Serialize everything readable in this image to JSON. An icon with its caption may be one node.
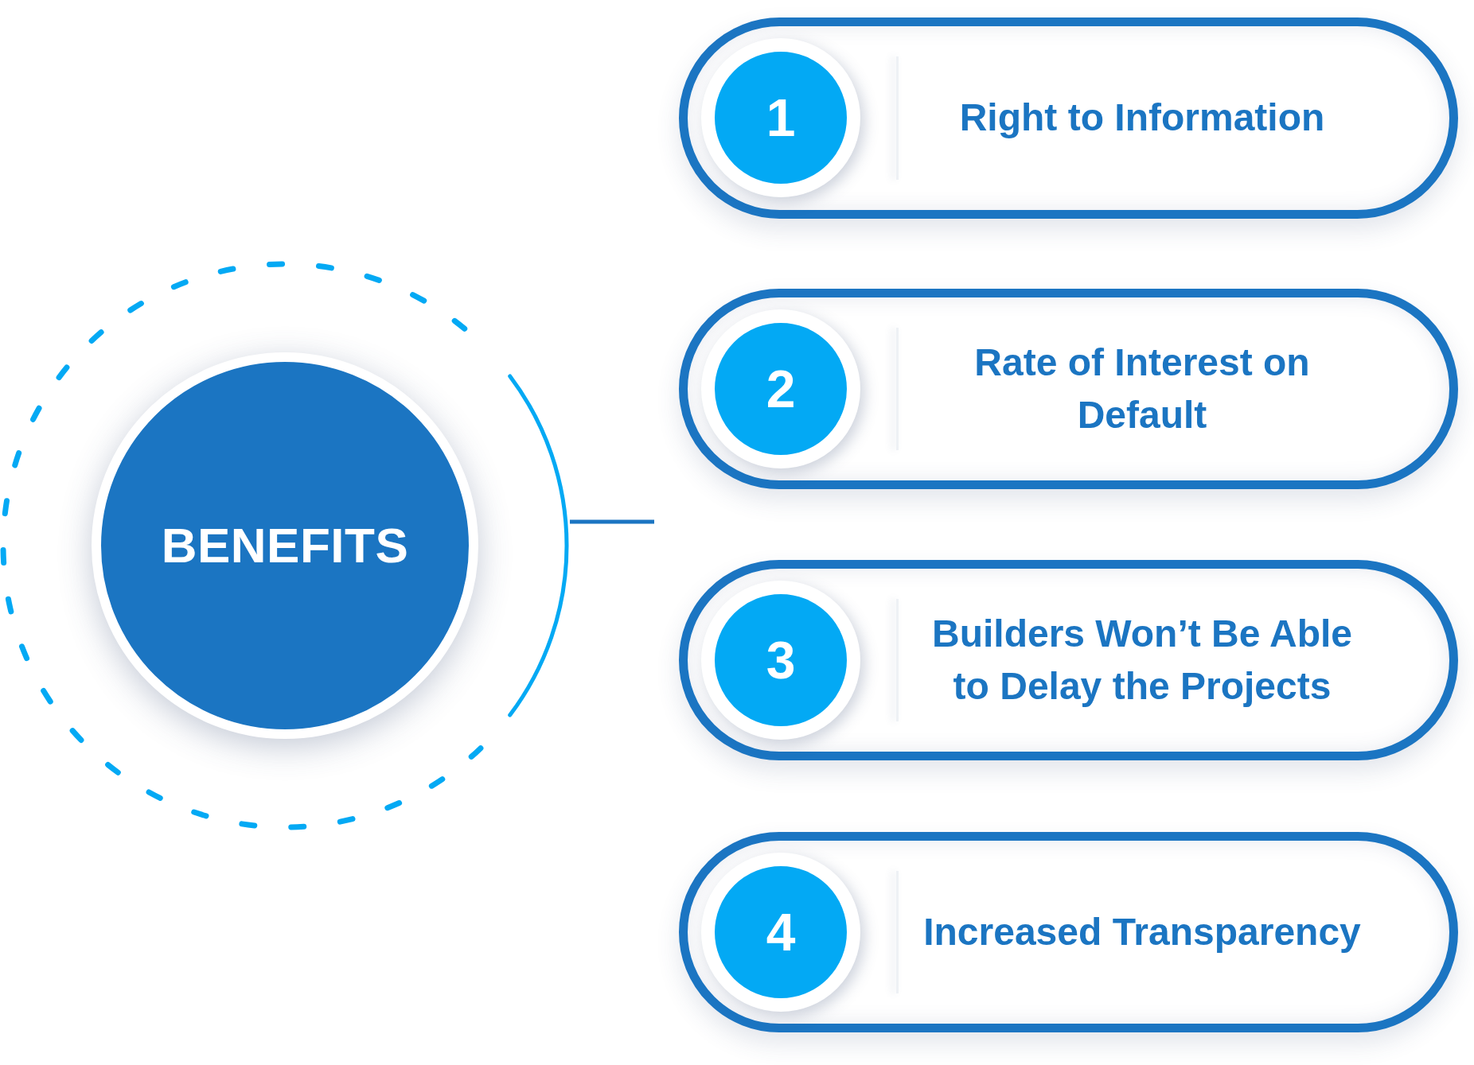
{
  "diagram": {
    "nodes": [
      {
        "text": [
          "BENEFITS"
        ]
      },
      {
        "text": [
          "Right to Information"
        ]
      },
      {
        "text": [
          "1"
        ],
        "in": 1
      },
      {
        "text": [
          "Rate of Interest on Default"
        ]
      },
      {
        "text": [
          "2"
        ],
        "in": 3
      },
      {
        "text": [
          "Builders Won’t Be Able to Delay the Projects"
        ]
      },
      {
        "text": [
          "3"
        ],
        "in": 5
      },
      {
        "text": [
          "Increased Transparency"
        ]
      },
      {
        "text": [
          "4"
        ],
        "in": 7
      }
    ]
  }
}
